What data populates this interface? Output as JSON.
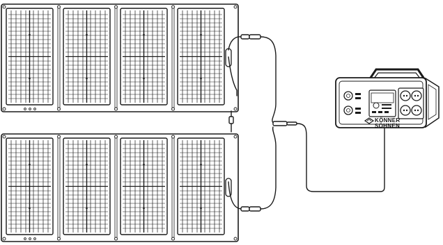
{
  "illustration": {
    "kind": "line-art product diagram",
    "components": [
      "solar-panel-top",
      "solar-panel-bottom",
      "parallel-y-cable",
      "power-station"
    ],
    "line_color": "#1a1a1a",
    "background": "#ffffff"
  },
  "power_station": {
    "brand_line1": "KÖNNER",
    "brand_line2": "SÖHNEN"
  }
}
